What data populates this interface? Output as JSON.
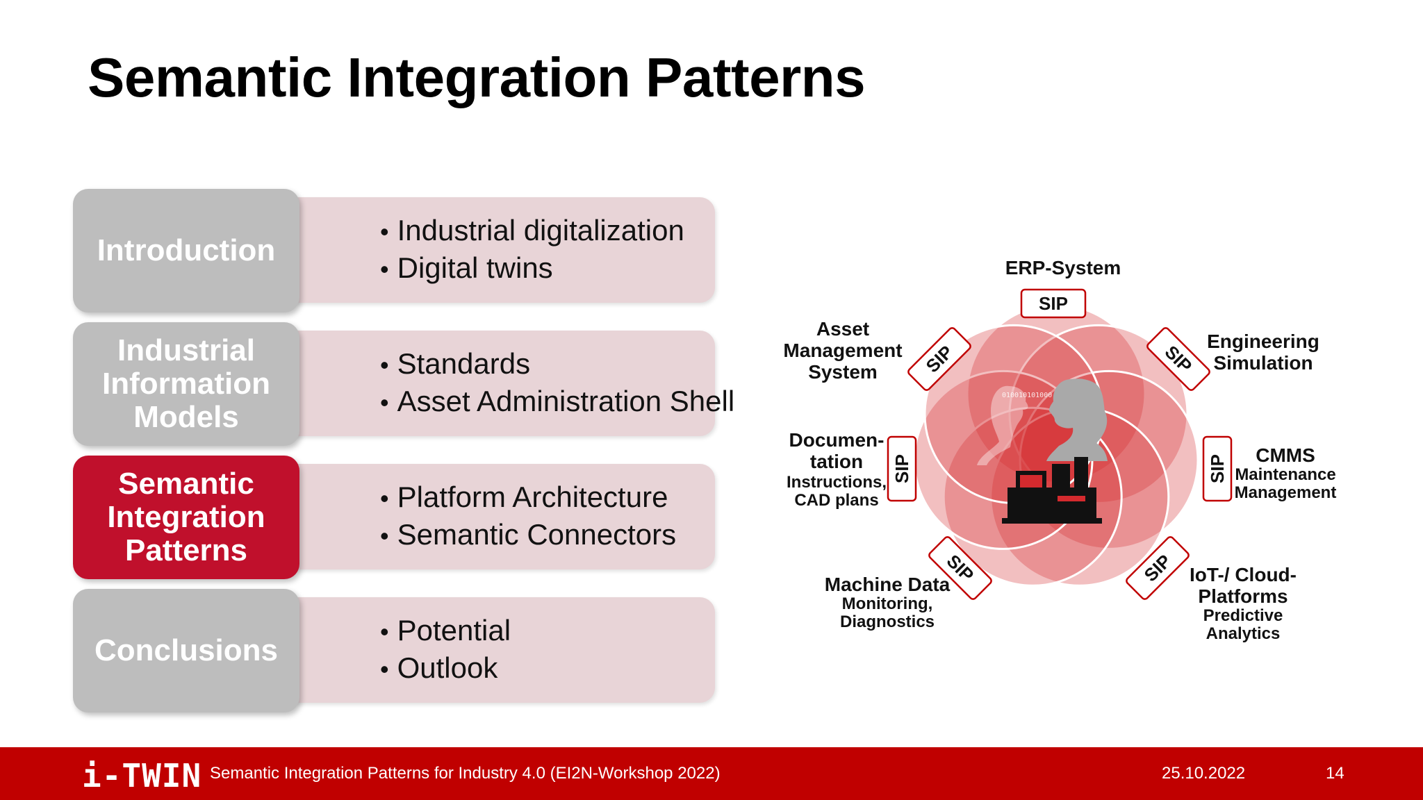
{
  "slide": {
    "title": "Semantic Integration Patterns"
  },
  "agenda": [
    {
      "tab": "Introduction",
      "bullets": [
        "Industrial digitalization",
        "Digital twins"
      ],
      "active": false
    },
    {
      "tab": "Industrial Information Models",
      "bullets": [
        "Standards",
        "Asset Administration Shell"
      ],
      "active": false
    },
    {
      "tab": "Semantic Integration Patterns",
      "bullets": [
        "Platform Architecture",
        "Semantic Connectors"
      ],
      "active": true
    },
    {
      "tab": "Conclusions",
      "bullets": [
        "Potential",
        "Outlook"
      ],
      "active": false
    }
  ],
  "diagram": {
    "connector_label": "SIP",
    "binary_text": "0100101010000101110100010110110011100111",
    "nodes": {
      "erp": {
        "title": "ERP-System"
      },
      "asset": {
        "title": "Asset Management System"
      },
      "engineering": {
        "title": "Engineering Simulation"
      },
      "documentation": {
        "title": "Documen- tation",
        "sub": "Instructions, CAD plans"
      },
      "cmms": {
        "title": "CMMS",
        "sub": "Maintenance Management"
      },
      "machine": {
        "title": "Machine Data",
        "sub": "Monitoring, Diagnostics"
      },
      "iot": {
        "title": "IoT-/ Cloud- Platforms",
        "sub": "Predictive Analytics"
      }
    },
    "colors": {
      "petal": "#d42a2e",
      "connector_border": "#c00000",
      "silhouette": "#a9a9a9"
    }
  },
  "footer": {
    "logo": "i-TWIN",
    "text": "Semantic Integration Patterns for Industry 4.0 (EI2N-Workshop 2022)",
    "date": "25.10.2022",
    "page": "14",
    "color": "#c00000"
  }
}
